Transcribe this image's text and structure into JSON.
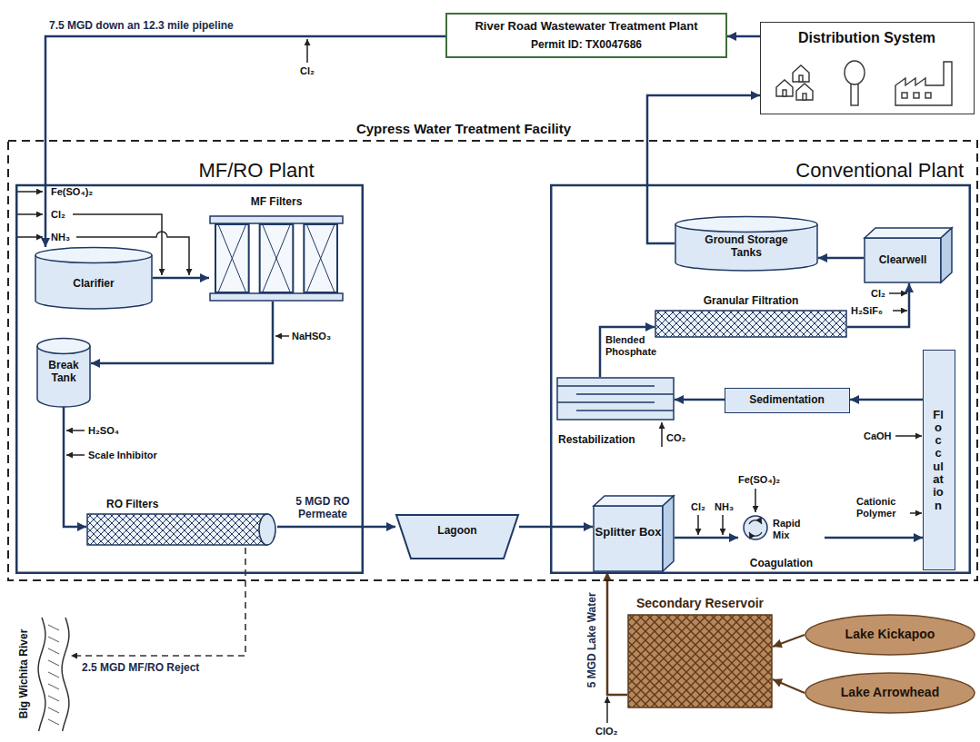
{
  "diagram": {
    "nodes": [
      {
        "text": [
          "River Road Wastewater Treatment Plant",
          "Permit ID: TX0047686"
        ]
      },
      {
        "text": [
          "Distribution System"
        ]
      },
      {
        "text": [
          "Cypress Water Treatment Facility"
        ]
      },
      {
        "text": [
          "MF/RO Plant"
        ],
        "in": 2
      },
      {
        "text": [
          "Clarifier"
        ],
        "in": 3
      },
      {
        "text": [
          "MF Filters"
        ],
        "in": 3
      },
      {
        "text": [
          "Break Tank"
        ],
        "in": 3
      },
      {
        "text": [
          "RO Filters"
        ],
        "in": 3
      },
      {
        "text": [
          "Lagoon"
        ],
        "in": 2
      },
      {
        "text": [
          "Conventional Plant"
        ],
        "in": 2
      },
      {
        "text": [
          "Ground Storage Tanks"
        ],
        "in": 9
      },
      {
        "text": [
          "Clearwell"
        ],
        "in": 9
      },
      {
        "text": [
          "Granular Filtration"
        ],
        "in": 9
      },
      {
        "text": [
          "Restabilization"
        ],
        "in": 9
      },
      {
        "text": [
          "Sedimentation"
        ],
        "in": 9
      },
      {
        "text": [
          "Flocculation"
        ],
        "in": 9
      },
      {
        "text": [
          "Splitter Box"
        ],
        "in": 9
      },
      {
        "text": [
          "Rapid Mix",
          "Coagulation"
        ],
        "in": 9
      },
      {
        "text": [
          "Secondary Reservoir"
        ]
      },
      {
        "text": [
          "Lake Kickapoo"
        ]
      },
      {
        "text": [
          "Lake Arrowhead"
        ]
      },
      {
        "text": [
          "Big Wichita River"
        ]
      }
    ],
    "edges": [
      {
        "from": 1,
        "to": 0,
        "arrow": "to"
      },
      {
        "from": 0,
        "to": 4,
        "label": "7.5 MGD down an 12.3 mile pipeline",
        "arrow": "to"
      },
      {
        "from": 4,
        "to": 5,
        "arrow": "to"
      },
      {
        "from": 5,
        "to": 6,
        "arrow": "to"
      },
      {
        "from": 6,
        "to": 7,
        "arrow": "to"
      },
      {
        "from": 7,
        "to": 8,
        "label": "5 MGD RO Permeate",
        "arrow": "to"
      },
      {
        "from": 7,
        "to": 21,
        "label": "2.5 MGD MF/RO Reject",
        "arrow": "to"
      },
      {
        "from": 8,
        "to": 16,
        "arrow": "to"
      },
      {
        "from": 16,
        "to": 17,
        "arrow": "to"
      },
      {
        "from": 17,
        "to": 15,
        "arrow": "to"
      },
      {
        "from": 15,
        "to": 14,
        "arrow": "to"
      },
      {
        "from": 14,
        "to": 13,
        "arrow": "to"
      },
      {
        "from": 13,
        "to": 12,
        "arrow": "to"
      },
      {
        "from": 12,
        "to": 11,
        "arrow": "to"
      },
      {
        "from": 11,
        "to": 10,
        "arrow": "to"
      },
      {
        "from": 10,
        "to": 1,
        "arrow": "to"
      },
      {
        "from": 18,
        "to": 16,
        "label": "5 MGD Lake Water",
        "arrow": "to"
      },
      {
        "from": 19,
        "to": 18,
        "arrow": "to"
      },
      {
        "from": 20,
        "to": 18,
        "arrow": "to"
      }
    ],
    "labels": [
      "Cl₂",
      "Fe(SO₄)₂",
      "Cl₂",
      "NH₃",
      "NaHSO₃",
      "H₂SO₄",
      "Scale Inhibitor",
      "ClO₂",
      "Cl₂",
      "NH₃",
      "Fe(SO₄)₂",
      "Cationic Polymer",
      "CaOH",
      "CO₂",
      "Blended Phosphate",
      "Cl₂",
      "H₂SiF₆"
    ]
  }
}
